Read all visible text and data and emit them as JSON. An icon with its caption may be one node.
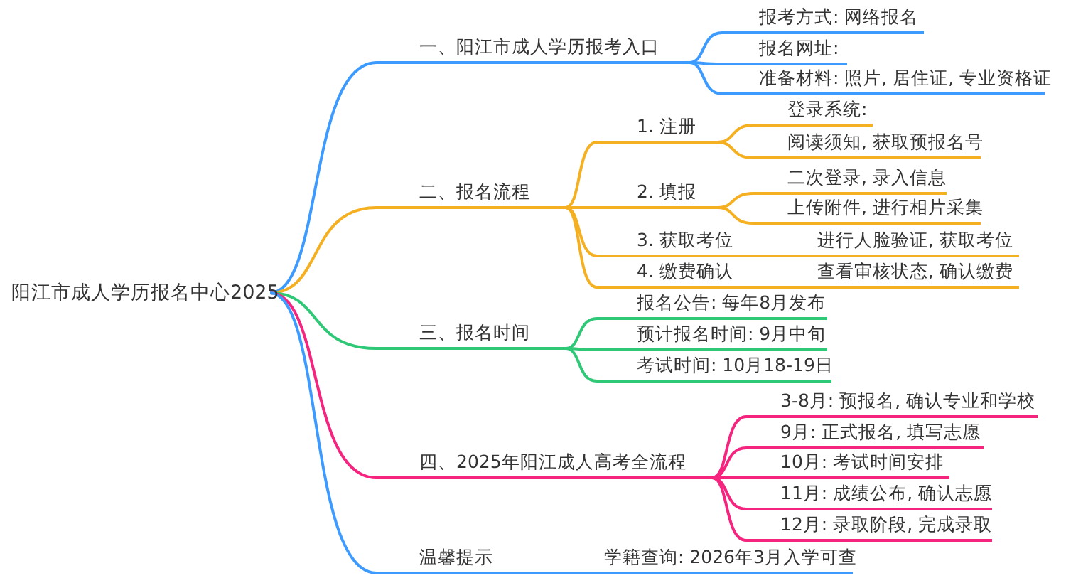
{
  "diagram": {
    "nodes": [
      {
        "text": [
          "阳江市成人学历报名中心2025"
        ]
      },
      {
        "text": [
          "一、阳江市成人学历报考入口"
        ]
      },
      {
        "text": [
          "报考方式: 网络报名"
        ]
      },
      {
        "text": [
          "报名网址:"
        ]
      },
      {
        "text": [
          "准备材料: 照片, 居住证, 专业资格证"
        ]
      },
      {
        "text": [
          "二、报名流程"
        ]
      },
      {
        "text": [
          "1. 注册"
        ]
      },
      {
        "text": [
          "登录系统:"
        ]
      },
      {
        "text": [
          "阅读须知, 获取预报名号"
        ]
      },
      {
        "text": [
          "2. 填报"
        ]
      },
      {
        "text": [
          "二次登录, 录入信息"
        ]
      },
      {
        "text": [
          "上传附件, 进行相片采集"
        ]
      },
      {
        "text": [
          "3. 获取考位"
        ]
      },
      {
        "text": [
          "进行人脸验证, 获取考位"
        ]
      },
      {
        "text": [
          "4. 缴费确认"
        ]
      },
      {
        "text": [
          "查看审核状态, 确认缴费"
        ]
      },
      {
        "text": [
          "三、报名时间"
        ]
      },
      {
        "text": [
          "报名公告: 每年8月发布"
        ]
      },
      {
        "text": [
          "预计报名时间: 9月中旬"
        ]
      },
      {
        "text": [
          "考试时间: 10月18-19日"
        ]
      },
      {
        "text": [
          "四、2025年阳江成人高考全流程"
        ]
      },
      {
        "text": [
          "3-8月: 预报名, 确认专业和学校"
        ]
      },
      {
        "text": [
          "9月: 正式报名, 填写志愿"
        ]
      },
      {
        "text": [
          "10月: 考试时间安排"
        ]
      },
      {
        "text": [
          "11月: 成绩公布, 确认志愿"
        ]
      },
      {
        "text": [
          "12月: 录取阶段, 完成录取"
        ]
      },
      {
        "text": [
          "温馨提示"
        ]
      },
      {
        "text": [
          "学籍查询: 2026年3月入学可查"
        ]
      }
    ],
    "edges": [
      {
        "from": 0,
        "to": 1,
        "arrow": "none",
        "color": "#3d9bff"
      },
      {
        "from": 1,
        "to": 2,
        "arrow": "none",
        "color": "#3d9bff"
      },
      {
        "from": 1,
        "to": 3,
        "arrow": "none",
        "color": "#3d9bff"
      },
      {
        "from": 1,
        "to": 4,
        "arrow": "none",
        "color": "#3d9bff"
      },
      {
        "from": 0,
        "to": 5,
        "arrow": "none"
      },
      {
        "from": 5,
        "to": 6,
        "arrow": "none"
      },
      {
        "from": 6,
        "to": 7,
        "arrow": "none"
      },
      {
        "from": 6,
        "to": 8,
        "arrow": "none"
      },
      {
        "from": 5,
        "to": 9,
        "arrow": "none"
      },
      {
        "from": 9,
        "to": 10,
        "arrow": "none"
      },
      {
        "from": 9,
        "to": 11,
        "arrow": "none"
      },
      {
        "from": 5,
        "to": 12,
        "arrow": "none"
      },
      {
        "from": 12,
        "to": 13,
        "arrow": "none"
      },
      {
        "from": 5,
        "to": 14,
        "arrow": "none"
      },
      {
        "from": 14,
        "to": 15,
        "arrow": "none"
      },
      {
        "from": 0,
        "to": 16,
        "arrow": "none",
        "color": "#2fc877"
      },
      {
        "from": 16,
        "to": 17,
        "arrow": "none",
        "color": "#2fc877"
      },
      {
        "from": 16,
        "to": 18,
        "arrow": "none",
        "color": "#2fc877"
      },
      {
        "from": 16,
        "to": 19,
        "arrow": "none",
        "color": "#2fc877"
      },
      {
        "from": 0,
        "to": 20,
        "arrow": "none",
        "color": "#f5257f"
      },
      {
        "from": 20,
        "to": 21,
        "arrow": "none",
        "color": "#f5257f"
      },
      {
        "from": 20,
        "to": 22,
        "arrow": "none",
        "color": "#f5257f"
      },
      {
        "from": 20,
        "to": 23,
        "arrow": "none",
        "color": "#f5257f"
      },
      {
        "from": 20,
        "to": 24,
        "arrow": "none",
        "color": "#f5257f"
      },
      {
        "from": 20,
        "to": 25,
        "arrow": "none",
        "color": "#f5257f"
      },
      {
        "from": 0,
        "to": 26,
        "arrow": "none",
        "color": "#3d9bff"
      },
      {
        "from": 26,
        "to": 27,
        "arrow": "none",
        "color": "#3d9bff"
      }
    ]
  }
}
